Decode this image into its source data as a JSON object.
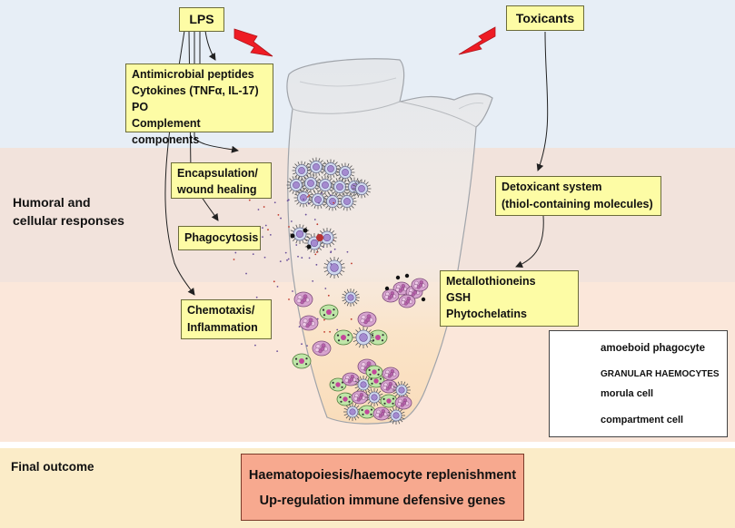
{
  "colors": {
    "top_band": "#e7eef6",
    "middle_band": "#f2e3dc",
    "lower_band": "#fbe7da",
    "outcome_band": "#fbecc8",
    "box_fill": "#fdfca5",
    "outcome_box": "#f7a98f",
    "lightning": "#ee1c24"
  },
  "lps": {
    "label": "LPS"
  },
  "toxicants": {
    "label": "Toxicants"
  },
  "humoral": {
    "lines": [
      "Antimicrobial peptides",
      "Cytokines (TNFα, IL-17)",
      "PO",
      "Complement components"
    ]
  },
  "encapsulation": {
    "lines": [
      "Encapsulation/",
      "wound healing"
    ]
  },
  "phagocytosis": {
    "label": "Phagocytosis"
  },
  "chemotaxis": {
    "lines": [
      "Chemotaxis/",
      "Inflammation"
    ]
  },
  "detox": {
    "lines": [
      "Detoxicant system",
      "(thiol-containing molecules)"
    ]
  },
  "metallo": {
    "lines": [
      "Metallothioneins",
      "GSH",
      "Phytochelatins"
    ]
  },
  "side_label": {
    "lines": [
      "Humoral and",
      "cellular responses"
    ]
  },
  "legend": {
    "amoeboid": "amoeboid phagocyte",
    "granular_header": "GRANULAR HAEMOCYTES",
    "morula": "morula cell",
    "compartment": "compartment cell"
  },
  "final": {
    "label": "Final outcome",
    "lines": [
      "Haematopoiesis/haemocyte replenishment",
      "Up-regulation immune defensive genes"
    ]
  }
}
